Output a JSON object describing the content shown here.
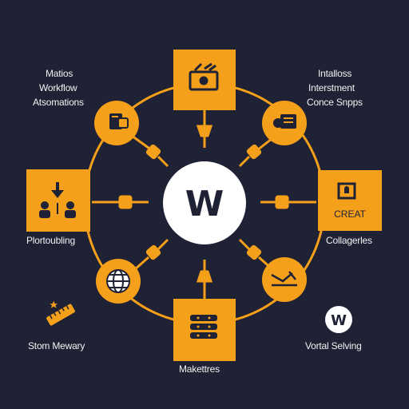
{
  "center": {
    "letter": "W"
  },
  "labels": {
    "top_left": [
      "Matios",
      "Workflow",
      "Atsomations"
    ],
    "top_right": [
      "Intalloss",
      "Interstment",
      "Conce Snpps"
    ],
    "left": "Plortoubling",
    "right": "Collagerles",
    "right_box_caption": "CREAT",
    "bottom_left": "Stom Mewary",
    "bottom_right": "Vortal Selving",
    "bottom_right_badge": "W",
    "bottom": "Makettres"
  },
  "colors": {
    "background": "#1f2134",
    "accent": "#f5a01a",
    "icon": "#1f2134",
    "center_fill": "#ffffff",
    "text": "#f2f2f2"
  },
  "icons": {
    "top_box": "camera-bag-icon",
    "left_box": "people-transfer-icon",
    "right_box": "lock-icon",
    "bottom_box": "database-icon",
    "top_left_circle": "document-icon",
    "top_right_circle": "presentation-icon",
    "bottom_left_circle": "globe-icon",
    "bottom_right_circle": "signature-icon",
    "bottom_left_standalone": "ruler-icon"
  }
}
